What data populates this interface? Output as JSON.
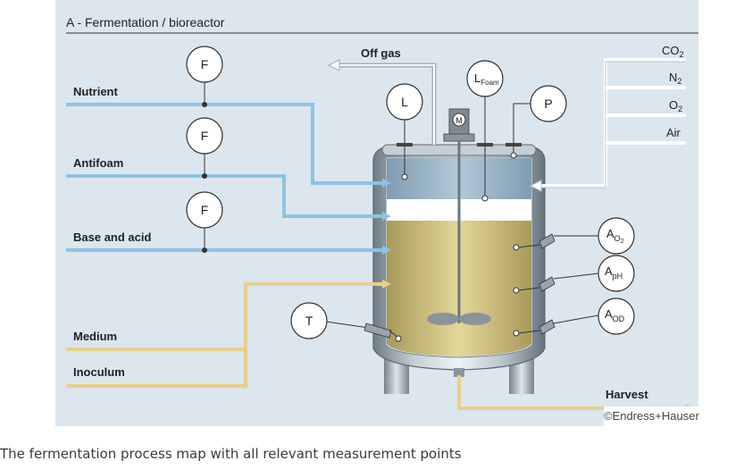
{
  "title": "A - Fermentation / bioreactor",
  "caption": "The fermentation process map with all relevant measurement points",
  "copyright": "©Endress+Hauser",
  "inlets_left": {
    "nutrient": "Nutrient",
    "antifoam": "Antifoam",
    "base_acid": "Base and acid",
    "medium": "Medium",
    "inoculum": "Inoculum"
  },
  "gases": {
    "co2": "CO",
    "co2_sub": "2",
    "n2": "N",
    "n2_sub": "2",
    "o2": "O",
    "o2_sub": "2",
    "air": "Air"
  },
  "outputs": {
    "off_gas": "Off gas",
    "harvest": "Harvest"
  },
  "instruments": {
    "flow": "F",
    "level": "L",
    "foam_level": "L",
    "foam_level_sub": "Foam",
    "pressure": "P",
    "temperature": "T",
    "motor": "M",
    "analysis": "A",
    "analysis_o2_sub": "O",
    "analysis_o2_subsub": "2",
    "analysis_ph_sub": "pH",
    "analysis_od_sub": "OD"
  },
  "colors": {
    "background": "#dce6ee",
    "blue_line": "#8ec3e3",
    "yellow_line": "#e8d08a",
    "liquid": "#cbb879",
    "vessel": "#9aa7b2"
  }
}
